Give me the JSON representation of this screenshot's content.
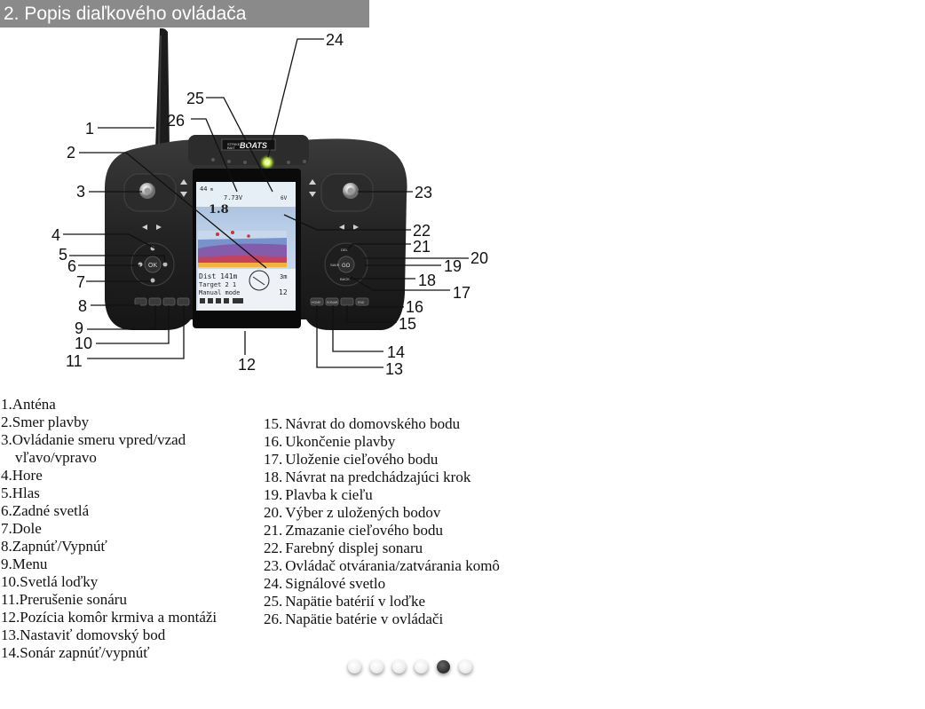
{
  "header": {
    "title": "2. Popis diaľkového ovládača"
  },
  "device": {
    "brand_top": "STRIKE",
    "brand_mid": "BAIT",
    "brand": "BOATS",
    "screen": {
      "depth": "44",
      "depth_unit": "m",
      "voltage_left": "7.73V",
      "voltage_right": "6V",
      "speed": "1.8",
      "dist": "Dist 141m",
      "scale": "3m",
      "target": "Target 2   1",
      "mode": "Manual mode",
      "temp": "12"
    },
    "button_labels": {
      "ok": "OK",
      "home": "HOME",
      "sonar": "SONAR",
      "end": "END",
      "back": "BACK",
      "save": "SAVE",
      "del": "DEL",
      "go": "GO"
    }
  },
  "callouts": [
    "1",
    "2",
    "3",
    "4",
    "5",
    "6",
    "7",
    "8",
    "9",
    "10",
    "11",
    "12",
    "13",
    "14",
    "15",
    "16",
    "17",
    "18",
    "19",
    "20",
    "21",
    "22",
    "23",
    "24",
    "25",
    "26"
  ],
  "legend_left": [
    {
      "num": "1.",
      "text": "Anténa"
    },
    {
      "num": "2.",
      "text": "Smer plavby"
    },
    {
      "num": "3.",
      "text": "Ovládanie smeru vpred/vzad"
    },
    {
      "num": "",
      "text": "vľavo/vpravo"
    },
    {
      "num": "4.",
      "text": "Hore"
    },
    {
      "num": "5.",
      "text": "Hlas"
    },
    {
      "num": "6.",
      "text": "Zadné svetlá"
    },
    {
      "num": "7.",
      "text": "Dole"
    },
    {
      "num": "8.",
      "text": "Zapnúť/Vypnúť"
    },
    {
      "num": "9.",
      "text": "Menu"
    },
    {
      "num": "10.",
      "text": "Svetlá loďky"
    },
    {
      "num": "11.",
      "text": "Prerušenie sonáru"
    },
    {
      "num": "12.",
      "text": "Pozícia komôr krmiva a montáži"
    },
    {
      "num": "13.",
      "text": "Nastaviť domovský bod"
    },
    {
      "num": "14.",
      "text": "Sonár zapnúť/vypnúť"
    }
  ],
  "legend_right": [
    {
      "num": "15.",
      "text": "Návrat do domovského bodu"
    },
    {
      "num": "16.",
      "text": "Ukončenie plavby"
    },
    {
      "num": "17.",
      "text": "Uloženie cieľového bodu"
    },
    {
      "num": "18.",
      "text": "Návrat na predchádzajúci krok"
    },
    {
      "num": "19.",
      "text": "Plavba k cieľu"
    },
    {
      "num": "20.",
      "text": "Výber z uložených bodov"
    },
    {
      "num": "21.",
      "text": "Zmazanie cieľového bodu"
    },
    {
      "num": "22.",
      "text": "Farebný displej sonaru"
    },
    {
      "num": "23.",
      "text": "Ovládač otvárania/zatvárania komô"
    },
    {
      "num": "24.",
      "text": "Signálové svetlo"
    },
    {
      "num": "25.",
      "text": "Napätie batérií v loďke"
    },
    {
      "num": "26.",
      "text": "Napätie batérie v ovládači"
    }
  ],
  "pager": {
    "count": 6,
    "active_index": 4
  }
}
